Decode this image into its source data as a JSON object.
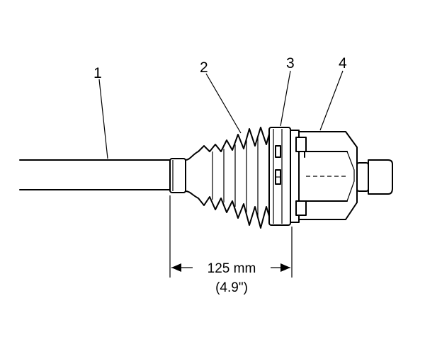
{
  "callouts": [
    {
      "number": "1"
    },
    {
      "number": "2"
    },
    {
      "number": "3"
    },
    {
      "number": "4"
    }
  ],
  "dimension": {
    "metric": "125 mm",
    "imperial": "(4.9\")"
  }
}
